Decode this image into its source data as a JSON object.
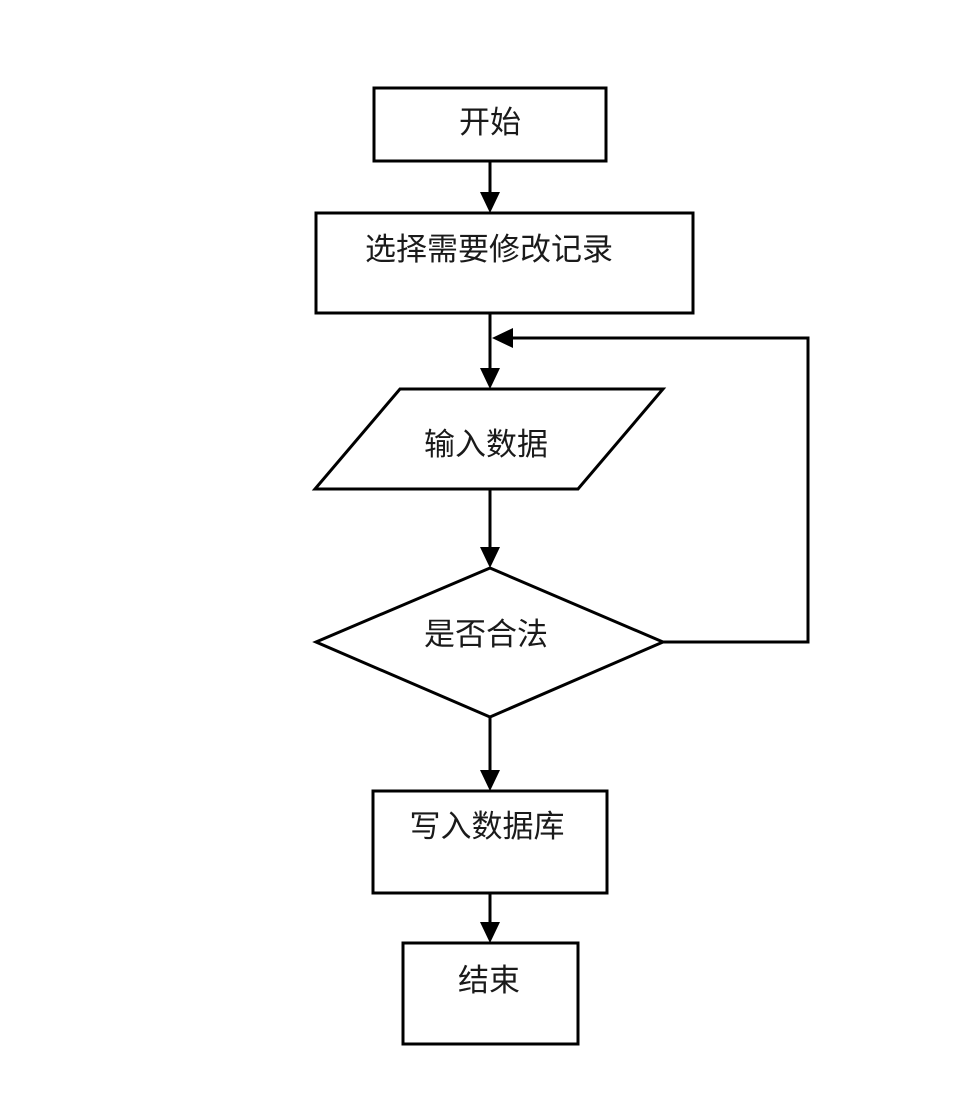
{
  "diagram": {
    "kind": "flowchart",
    "background": "#ffffff",
    "colors": {
      "stroke": "#000000",
      "text": "#1a1a1a"
    },
    "nodes": [
      {
        "id": "start",
        "shape": "rectangle",
        "label": "开始"
      },
      {
        "id": "select-record",
        "shape": "rectangle",
        "label": "选择需要修改记录"
      },
      {
        "id": "input-data",
        "shape": "parallelogram",
        "label": "输入数据"
      },
      {
        "id": "is-valid",
        "shape": "diamond",
        "label": "是否合法"
      },
      {
        "id": "write-db",
        "shape": "rectangle",
        "label": "写入数据库"
      },
      {
        "id": "end",
        "shape": "rectangle",
        "label": "结束"
      }
    ],
    "edges": [
      {
        "from": "start",
        "to": "select-record"
      },
      {
        "from": "select-record",
        "to": "input-data"
      },
      {
        "from": "input-data",
        "to": "is-valid"
      },
      {
        "from": "is-valid",
        "to": "input-data",
        "note": "loop-back-right-side"
      },
      {
        "from": "is-valid",
        "to": "write-db"
      },
      {
        "from": "write-db",
        "to": "end"
      }
    ]
  }
}
